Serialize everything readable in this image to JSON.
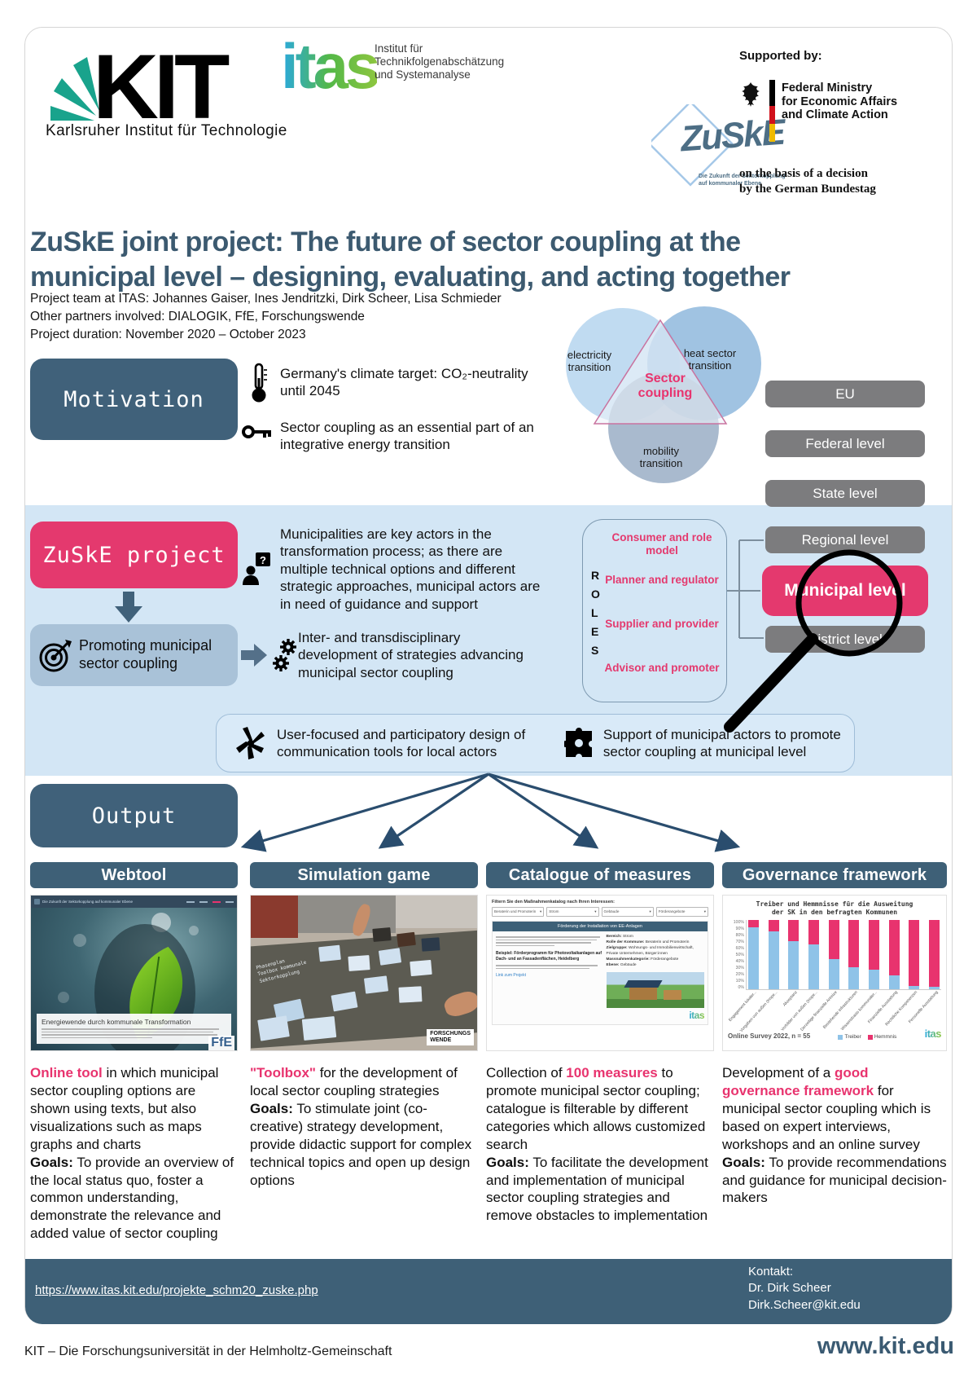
{
  "header": {
    "kit": {
      "logo_text": "KIT",
      "caption": "Karlsruher Institut für Technologie"
    },
    "itas": {
      "logo_text": "itas",
      "caption_line1": "Institut für",
      "caption_line2": "Technikfolgenabschätzung",
      "caption_line3": "und Systemanalyse"
    },
    "zuske_logo": {
      "text": "ZuSkE",
      "tagline1": "Die Zukunft der Sektorkopplung",
      "tagline2": "auf kommunaler Ebene"
    },
    "supported_by": "Supported by:",
    "ministry": {
      "line1": "Federal Ministry",
      "line2": "for Economic Affairs",
      "line3": "and Climate Action",
      "basis1": "on the basis of a decision",
      "basis2": "by the German Bundestag"
    }
  },
  "title": {
    "line1": "ZuSkE joint project: The future of sector coupling at the",
    "line2": "municipal level – designing, evaluating, and acting together"
  },
  "project_info": {
    "team": "Project team at ITAS: Johannes Gaiser, Ines Jendritzki, Dirk Scheer, Lisa Schmieder",
    "partners": "Other partners involved: DIALOGIK, FfE, Forschungswende",
    "duration": "Project duration: November 2020 – October 2023"
  },
  "venn": {
    "left_label1": "electricity",
    "left_label2": "transition",
    "right_label1": "heat sector",
    "right_label2": "transition",
    "bottom_label1": "mobility",
    "bottom_label2": "transition",
    "center1": "Sector",
    "center2": "coupling"
  },
  "levels": [
    {
      "label": "EU"
    },
    {
      "label": "Federal level"
    },
    {
      "label": "State level"
    },
    {
      "label": "Regional level"
    },
    {
      "label": "Municipal level"
    },
    {
      "label": "District level"
    }
  ],
  "motivation": {
    "box_label": "Motivation",
    "bullet1": "Germany's climate target: CO₂-neutrality until 2045",
    "bullet2": "Sector coupling as an essential part of an integrative energy transition"
  },
  "zuske_section": {
    "box_label": "ZuSkE project",
    "promoting_box": "Promoting municipal sector coupling",
    "bullet_guidance": "Municipalities are key actors in the transformation process; as there are multiple technical options and different strategic approaches, municipal actors are in need of guidance and support",
    "bullet_inter": "Inter- and transdisciplinary development of strategies advancing municipal sector coupling",
    "bullet_user": "User-focused and participatory design of communication tools for local actors",
    "bullet_support": "Support of municipal actors to promote sector coupling at municipal level",
    "roles_vertical": [
      "R",
      "O",
      "L",
      "E",
      "S"
    ],
    "roles": [
      {
        "label": "Consumer and role model"
      },
      {
        "label": "Planner and regulator"
      },
      {
        "label": "Supplier and provider"
      },
      {
        "label": "Advisor and promoter"
      }
    ]
  },
  "output": {
    "box_label": "Output",
    "columns": [
      {
        "header": "Webtool",
        "desc": {
          "pre": "",
          "highlight": "Online tool",
          "post": " in which municipal sector coupling options are shown using texts, but also visualizations such as maps graphs and charts",
          "goals_label": "Goals:",
          "goals": " To provide an overview of the local status quo, foster a common understanding, demonstrate the relevance and added value of sector coupling"
        }
      },
      {
        "header": "Simulation game",
        "desc": {
          "pre": "",
          "highlight": "\"Toolbox\"",
          "post": " for the development of local sector coupling strategies",
          "goals_label": "Goals:",
          "goals": " To stimulate joint (co-creative) strategy development, provide didactic support for complex technical topics and open up design options"
        }
      },
      {
        "header": "Catalogue of measures",
        "desc": {
          "pre": "Collection of ",
          "highlight": "100 measures",
          "post": " to promote municipal sector coupling; catalogue is filterable by different categories which allows customized search",
          "goals_label": "Goals:",
          "goals": " To facilitate the development and implementation of municipal sector coupling strategies and remove obstacles to implementation"
        }
      },
      {
        "header": "Governance framework",
        "desc": {
          "pre": "Development of a ",
          "highlight": "good governance framework",
          "post": " for municipal sector coupling which is based on expert interviews, workshops and an online survey",
          "goals_label": "Goals:",
          "goals": " To provide recommendations and guidance for municipal decision-makers"
        }
      }
    ]
  },
  "thumbnails": {
    "webtool": {
      "navbar_title": "Die Zukunft der Sektorkopplung auf kommunaler Ebene",
      "caption": "Energiewende durch kommunale Transformation",
      "logo": "FfE"
    },
    "simulation": {
      "mat_line1": "Phasenplan",
      "mat_line2": "Toolbox kommunale",
      "mat_line3": "Sektorkopplung",
      "logo_line1": "FORSCHUNGS",
      "logo_line2": "WENDE"
    },
    "catalogue": {
      "filter_heading": "Filtern Sie den Maßnahmenkatalog nach Ihren Interessen:",
      "filters": [
        "Beraterin und Promoterin",
        "Strom",
        "Gebäude",
        "Förderangebote"
      ],
      "panel_title": "Förderung der Installation von EE-Anlagen",
      "details": [
        {
          "label": "Bereich:",
          "value": " Strom"
        },
        {
          "label": "Rolle der Kommune:",
          "value": " Beraterin und Promoterin"
        },
        {
          "label": "Zielgruppe:",
          "value": " Wohnungs- und Immobilienwirtschaft, Private Unternehmen, Bürger:innen"
        },
        {
          "label": "Massnahmenkategorie:",
          "value": " Förderangebote"
        },
        {
          "label": "Ebene:",
          "value": " Gebäude"
        }
      ],
      "example_title": "Beispiel: Förderprogramm für Photovoltaikanlagen auf Dach- und an Fassadenflächen, Heidelberg",
      "link": "Link zum Projekt",
      "logo": "itas"
    }
  },
  "chart_data": {
    "type": "bar",
    "stacked": true,
    "title_line1": "Treiber und Hemmnisse für die Ausweitung",
    "title_line2": "der SK in den befragten Kommunen",
    "categories": [
      "Engagement lokaler...",
      "Vorgaben von außen (Inspe...",
      "Akzeptanz",
      "Vorbilder von außen (Inspe...",
      "Derzeitige finanzielle Anreize",
      "Bestehende Infrastrukturen",
      "Wissensbasis kommunaler...",
      "Finanzielle Ausstattung",
      "Rechtliche Kompetenzen",
      "Personelle Ausstattung"
    ],
    "series": [
      {
        "name": "Treiber",
        "color": "#8fc3e8",
        "values": [
          90,
          84,
          69,
          65,
          43,
          32,
          28,
          20,
          5,
          3
        ]
      },
      {
        "name": "Hemmnis",
        "color": "#e8336e",
        "values": [
          10,
          16,
          31,
          35,
          57,
          68,
          72,
          80,
          95,
          97
        ]
      }
    ],
    "ylabel": "",
    "xlabel": "",
    "ylim": [
      0,
      100
    ],
    "ytick_step": 10,
    "legend_position": "bottom",
    "footnote": "Online Survey 2022, n = 55"
  },
  "bottom_bar": {
    "url": "https://www.itas.kit.edu/projekte_schm20_zuske.php",
    "contact_label": "Kontakt:",
    "contact_name": "Dr. Dirk Scheer",
    "contact_email": "Dirk.Scheer@kit.edu"
  },
  "page_footer": {
    "left": "KIT – Die Forschungsuniversität in der Helmholtz-Gemeinschaft",
    "right": "www.kit.edu"
  },
  "colors": {
    "accent_pink": "#e4396e",
    "slate_blue": "#3e6077",
    "band_blue": "#d3e6f5",
    "level_gray": "#7c7c7e",
    "kit_green": "#009682",
    "fan_line_blue": "#2a4d6e"
  }
}
